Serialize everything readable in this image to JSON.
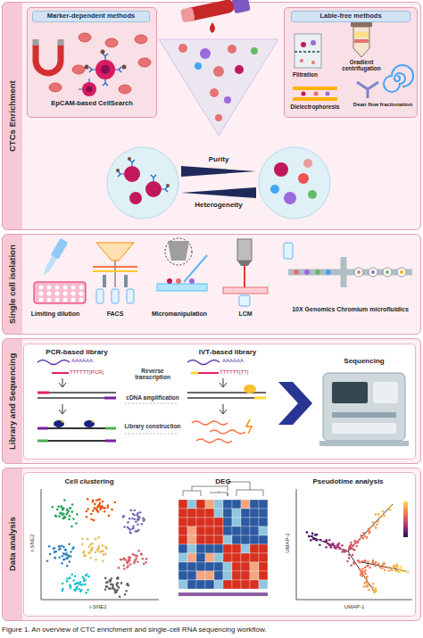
{
  "diagram": {
    "caption": "Figure 1. An overview of CTC enrichment and single-cell RNA sequencing workflow.",
    "nodes": [
      {
        "text": [
          "CTCs Enrichment"
        ]
      },
      {
        "text": [
          "Marker-dependent methods",
          "EpCAM-based CellSearch"
        ],
        "in": 0
      },
      {
        "text": [
          "Lable-free methods",
          "Flitration",
          "Gradient centrifugation",
          "Dielectrophoresis",
          "Dean flow fractionation"
        ],
        "in": 0
      },
      {
        "text": [
          "Single cell isolation"
        ]
      },
      {
        "text": [
          "Library and Sequencing"
        ]
      },
      {
        "text": [
          "PCR-based library",
          "IVT-based library"
        ],
        "in": 4
      },
      {
        "text": [
          "Data analysis"
        ]
      },
      {
        "text": [
          "Cell clustering",
          "DEG",
          "Pseudotime analysis"
        ],
        "in": 6
      }
    ],
    "labels": [
      "Purity",
      "Heterogeneity",
      "Limiting dilution",
      "FACS",
      "Micromanipulation",
      "LCM",
      "10X Genomics Chromium microfluidics",
      "AAAAAA",
      "TTTTTT[PCR]",
      "AAAAAA",
      "TTTTTT[T7]",
      "Reverse transcription",
      "cDNA amplification",
      "Library construction",
      "Sequencing",
      "t-SNE1",
      "t-SNE2",
      "UMAP-1",
      "UMAP-2"
    ]
  }
}
